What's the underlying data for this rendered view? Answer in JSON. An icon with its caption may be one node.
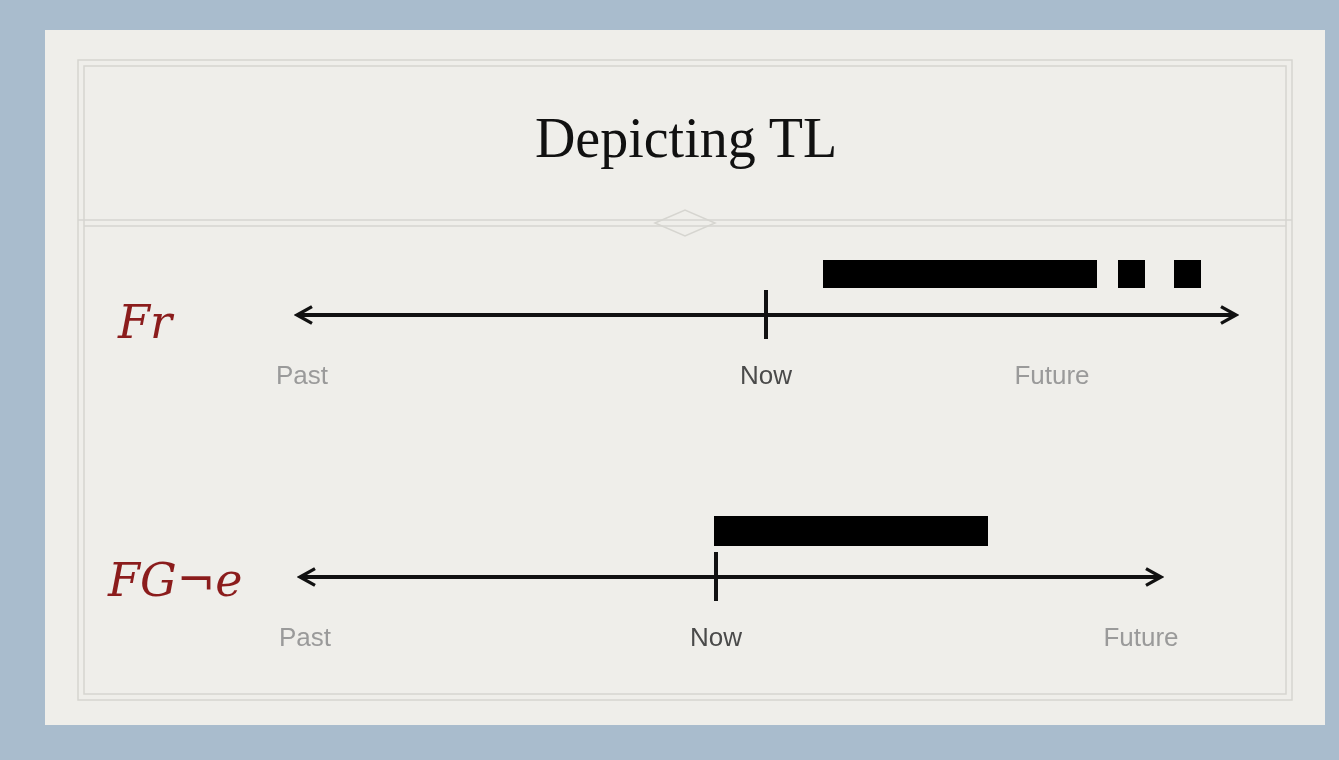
{
  "diagram": {
    "title": "Depicting TL",
    "labels": [
      "Fr",
      "Past",
      "Now",
      "Future",
      "FG¬e",
      "Past",
      "Now",
      "Future"
    ]
  }
}
